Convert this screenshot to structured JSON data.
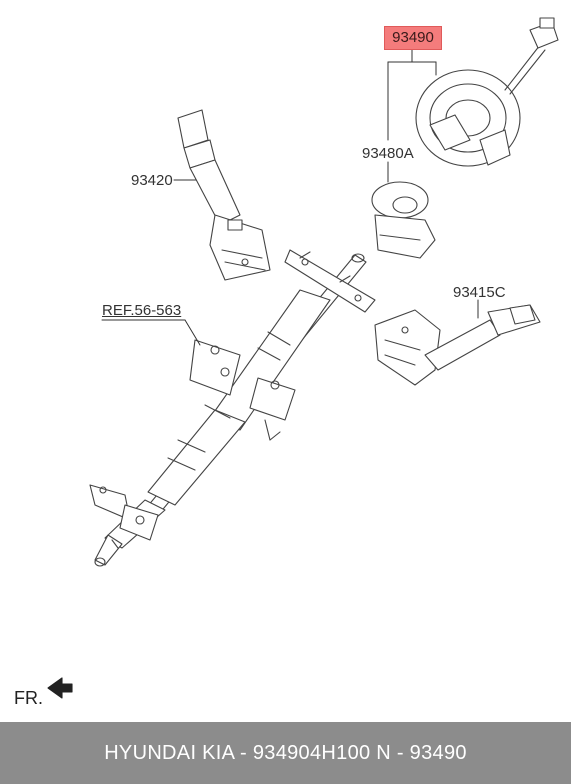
{
  "labels": {
    "clock_spring": "93490",
    "bracket": "93480A",
    "wiper_switch": "93420",
    "light_switch": "93415C",
    "reference": "REF.56-563",
    "front_marker": "FR."
  },
  "footer": {
    "text": "HYUNDAI  KIA - 934904H100     N - 93490"
  },
  "colors": {
    "highlight": "#f47c7c",
    "footer_bg": "#8c8c8c",
    "line": "#444444"
  }
}
